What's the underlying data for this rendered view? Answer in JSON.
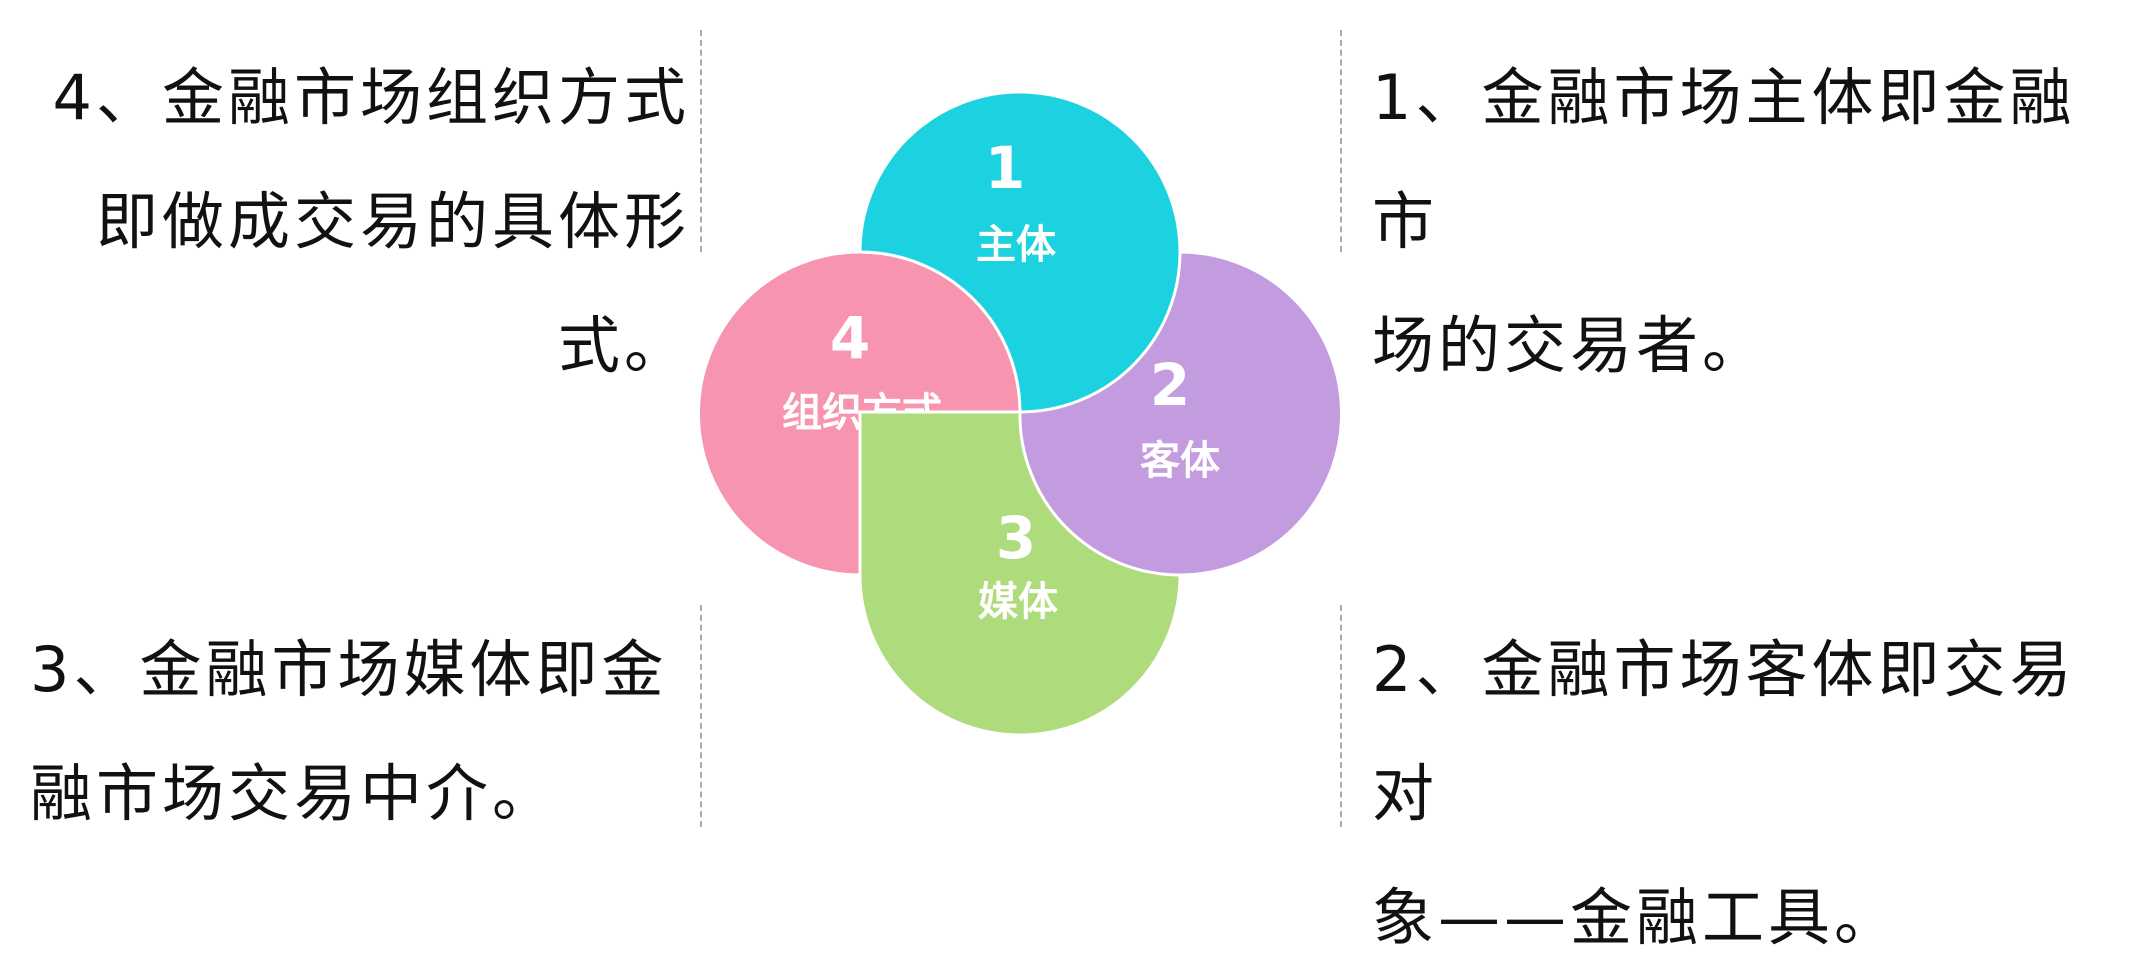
{
  "blocks": {
    "top_left": "4、金融市场组织方式\n即做成交易的具体形式。",
    "top_right": "1、金融市场主体即金融市\n场的交易者。",
    "bottom_left": "3、金融市场媒体即金\n融市场交易中介。",
    "bottom_right": "2、金融市场客体即交易对\n象——金融工具。"
  },
  "petals": [
    {
      "number": "1",
      "label": "主体",
      "color": "#1dd2e0"
    },
    {
      "number": "2",
      "label": "客体",
      "color": "#c39bdf"
    },
    {
      "number": "3",
      "label": "媒体",
      "color": "#aedb7b"
    },
    {
      "number": "4",
      "label": "组织方式",
      "color": "#f795b0"
    }
  ],
  "colors": {
    "divider": "#aaaaaa",
    "text": "#111111",
    "background": "#ffffff"
  }
}
